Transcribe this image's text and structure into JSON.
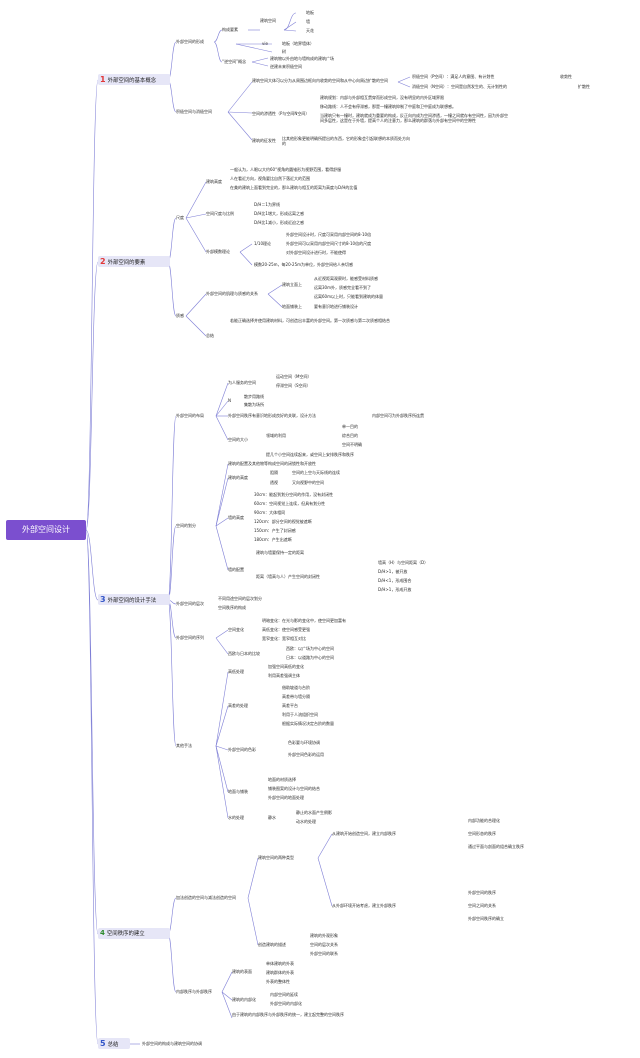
{
  "root": "外部空间设计",
  "sections": [
    {
      "num": "1",
      "label": "外部空间的基本概念"
    },
    {
      "num": "2",
      "label": "外部空间的要素"
    },
    {
      "num": "3",
      "label": "外部空间的设计手法"
    },
    {
      "num": "4",
      "label": "空间秩序的建立"
    },
    {
      "num": "5",
      "label": "总结"
    }
  ],
  "s1": {
    "a": "外部空间的形成",
    "a1": "构成要素",
    "a1a": "建筑空间",
    "a1a_i": [
      "地板",
      "墙",
      "天花"
    ],
    "a1b": "vie",
    "a1b_i": [
      "地板（地界墙体）",
      "树"
    ],
    "a2": "“逆空间”概念",
    "a2_i": [
      "建筑物以外由地与墙构成的建筑广场",
      "逆建未来积极空间"
    ],
    "b": "积极空间与消极空间",
    "b1": "建筑空间大体可以分为从周围边框向内收敛的空间和从中心向周边扩散的空间",
    "b1a": "积极空间（P空间）：满足人的意图、有计划性",
    "b1a_r": "收敛性",
    "b1b": "消极空间（N空间）：空间是自然发生的、无计划性的",
    "b1b_r": "扩散性",
    "b2": "空间的渗透性（P与空间N空间）",
    "b2_i": [
      "建筑规划：内部与外部相互贯穿而形成空间，没有明显的内外区域界限",
      "移动路线：人不会有停滞感，那是一幢建筑抑制了中庭和卫中庭成为联想感。",
      "当建筑只有一幢时，建筑就成为重要的构成，反正向内成为空间渗透，一幢之间就存有空间性，因为外部空间多层性，这是在于外墙，提高个人的注意力，那么建筑的群落与外部有空间中的空隙性"
    ],
    "b3": "建筑的征发性",
    "b3_t": "比其他形象更能明确所提出的东西，它的形象会引起联想的本质而处方向的"
  },
  "s2": {
    "a": "尺度",
    "a1": "建筑高度",
    "a1_i": [
      "一般认为，人眼以大约60°视角的圆锥形为视野范围，看得舒服",
      "人在看近方向，视角要比自然下落近大的范围",
      "在美的建筑上面看到完全的，那么建筑与相互的距离为高度与D/H的比值"
    ],
    "a2": "空间尺度与比例",
    "a2_i": [
      "D/H＝1为界线",
      "D/H比1增大，形成远离之感",
      "D/H比1减小，形成近迫之感"
    ],
    "a3": "外部模数理论",
    "a3a": "1/10理论",
    "a3a_i": [
      "外部空间设计时，尺度可采用内部空间的8-10倍",
      "外部空间可以采用内部空间尺寸的8-10倍的尺度",
      "对外部空间设计进行时，不能使得"
    ],
    "a3b": "模数20-25m，每20-25m为单位，外部空间给人亲切感",
    "b": "质感",
    "b1": "外部空间的肌理与质感的关系",
    "b1a": "建筑立面上",
    "b1a_i": [
      "从近视距离观察时，能感受材料质感",
      "远离30m外，质感完全看不到了",
      "远离60m以上时，只能看到建筑的体量"
    ],
    "b1b": "地面铺装上",
    "b1b_t": "要有意识地进行铺装设计",
    "b2": "总结",
    "b2_t": "若能正确选择并使用建筑材料，可创造出丰富的外部空间。第一次质感与第二次质感相结合"
  },
  "s3": {
    "a": "外部空间的布局",
    "a1": "为人服务的空间",
    "a1_i": [
      "运动空间（M空间）",
      "停滞空间（S空间）"
    ],
    "a2": "N",
    "a2_i": [
      "散步用路线",
      "集散为场所"
    ],
    "a3": "外部空间秩序有意识地形成良好的关联，设计方法",
    "a3_r": "内部空间可为外部秩序所连贯",
    "a4": "空间的大小",
    "a4a": "领域的利用",
    "a4a_i": [
      "单一目的",
      "综合目的",
      "空间不明确"
    ],
    "a4b": "提几个小空间连续起来，或空间上安排秩序和秩序",
    "b": "空间的划分",
    "b1": "建筑的配置及其他物等构成空间的闭锁性和开放性",
    "b2": "建筑的高度",
    "b2a": "阻隔",
    "b2a_t": "空间的上空与天际线的连续",
    "b2b": "透视",
    "b2b_t": "又向视野中的空间",
    "b3": "墙的高度",
    "b3_i": [
      "30cm：能起到划分空间的作用，没有封闭性",
      "60cm：空间视觉上连续，但具有划分性",
      "90cm：大体相同",
      "120cm：部分空间的视觉被遮断",
      "150cm：产生了封闭感",
      "180cm：产生出遮断"
    ],
    "b4": "墙的配置",
    "b4a": "建筑与墙要保持一定的距离",
    "b4b": "距离（墙高与人）产生空间的封闭性",
    "b4b_i": [
      "墙高（H）与空间距离（D）",
      "D/H>1，被开放",
      "D/H<1，形成围合",
      "D/H>1，形成开放"
    ],
    "c": "外部空间的层次",
    "c_i": [
      "不同用途空间的层次划分",
      "空间秩序的构成"
    ],
    "d": "外部空间的序列",
    "d1": "空间变化",
    "d1_i": [
      "明暗变化：在光与影的变化中，使空间更加富有",
      "高低变化：使空间感受更强",
      "宽窄变化：宽窄相互对比"
    ],
    "d2": "西欧与日本的比较",
    "d2_i": [
      "西欧：以广场为中心的空间",
      "日本：以道路为中心的空间"
    ],
    "e": "其他手法",
    "e1": "高低处理",
    "e1_i": [
      "加强空间高低的变化",
      "利用高差强调主体"
    ],
    "e2": "高差的处理",
    "e2_i": [
      "借助坡道与台阶",
      "高差带与墙分隔",
      "高差平台",
      "利用于人流组织空间",
      "根据实际情况决定台阶的数量"
    ],
    "e3": "外部空间的色彩",
    "e3_i": [
      "色彩要与环境协调",
      "外部空间色彩的运用"
    ],
    "e4": "地面与铺装",
    "e4_i": [
      "地面的材质选择",
      "铺装图案的设计与空间的结合",
      "外部空间的地面处理"
    ],
    "e5": "水的处理",
    "e5a": "静水",
    "e5a_i": [
      "静止的水面产生倒影",
      "动水的处理"
    ]
  },
  "s4": {
    "a": "加法创造的空间与减法创造的空间",
    "a1": "建筑空间的两种类型",
    "a1a": "从建筑开始创造空间，建立内部秩序",
    "a1a_i": [
      "内部功能的合理化",
      "空间形态的秩序",
      "通过平面与剖面的组合确立秩序"
    ],
    "a1b": "从外部环境开始考虑，建立外部秩序",
    "a1b_i": [
      "外部空间的秩序",
      "空间之间的关系",
      "外部空间秩序的确立"
    ],
    "a2": "创造建筑的描述",
    "a2_i": [
      "建筑的外观形象",
      "空间的层次关系",
      "外部空间的联系"
    ],
    "b": "内部秩序与外部秩序",
    "b1": "建筑的表面",
    "b1_i": [
      "单体建筑的外表",
      "建筑群体的外表",
      "外表的整体性"
    ],
    "b2": "建筑的内部化",
    "b2_i": [
      "内部空间的延续",
      "外部空间的内部化"
    ],
    "b3": "由于建筑的内部秩序与外部秩序的统一，建立起完整的空间秩序"
  },
  "s5": {
    "t": "外部空间的构成与建筑空间的协调"
  }
}
